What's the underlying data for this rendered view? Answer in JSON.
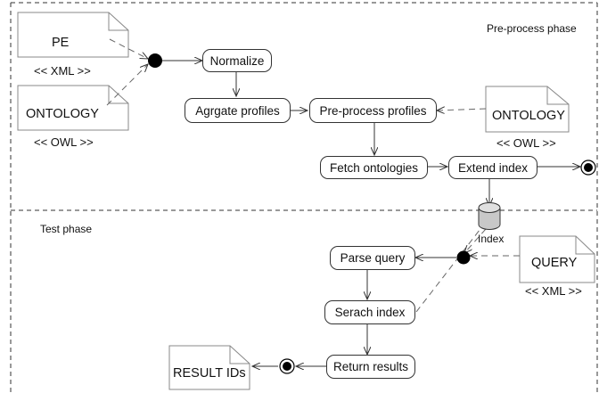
{
  "phases": {
    "preprocess_label": "Pre-process phase",
    "test_label": "Test phase"
  },
  "documents": {
    "pe": {
      "label": "PE",
      "stereotype": "<< XML >>"
    },
    "ontology_left": {
      "label": "ONTOLOGY",
      "stereotype": "<< OWL >>"
    },
    "ontology_right": {
      "label": "ONTOLOGY",
      "stereotype": "<< OWL >>"
    },
    "query": {
      "label": "QUERY",
      "stereotype": "<< XML >>"
    },
    "result_ids": {
      "label": "RESULT IDs"
    }
  },
  "activities": {
    "normalize": "Normalize",
    "aggregate": "Agrgate profiles",
    "preprocess": "Pre-process profiles",
    "fetch": "Fetch ontologies",
    "extend": "Extend index",
    "parse": "Parse query",
    "search": "Serach index",
    "return": "Return results"
  },
  "datastore": {
    "label": "Index"
  }
}
